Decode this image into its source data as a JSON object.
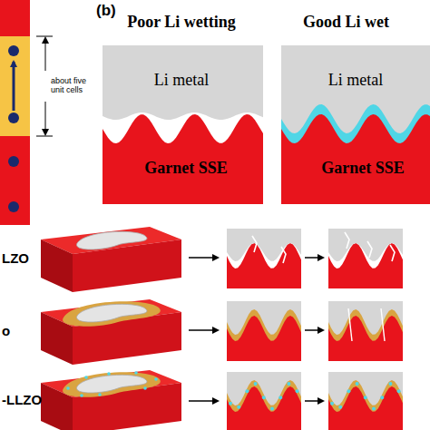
{
  "diagram": {
    "nodes": [
      {
        "text": [
          "Li metal"
        ]
      },
      {
        "text": [
          "Garnet SSE"
        ]
      },
      {
        "text": [
          "Li metal"
        ]
      },
      {
        "text": [
          "Garnet SSE"
        ]
      }
    ],
    "labels": [
      "about five unit cells",
      "(b)",
      "Poor Li wetting",
      "Good Li wet",
      "LZO",
      "o",
      "-LLZO"
    ]
  }
}
